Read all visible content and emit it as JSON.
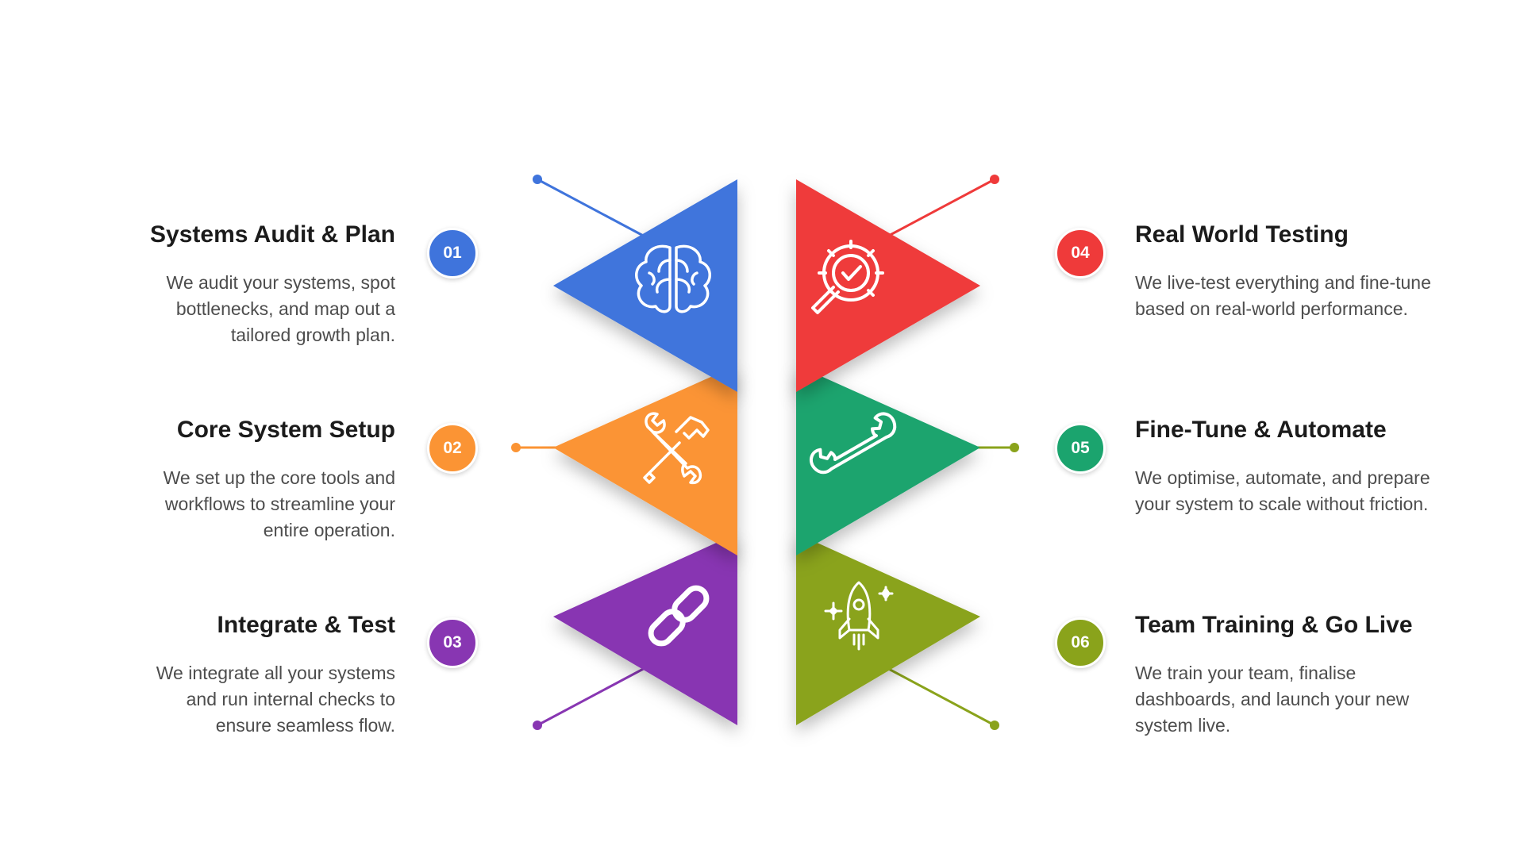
{
  "steps": [
    {
      "number": "01",
      "title": "Systems Audit & Plan",
      "description": "We audit your systems, spot bottlenecks, and map out a tailored growth plan.",
      "color": "#3f74dc",
      "icon": "brain-icon"
    },
    {
      "number": "02",
      "title": "Core System Setup",
      "description": "We set up the core tools and workflows to streamline your entire operation.",
      "color": "#fb9434",
      "icon": "tools-icon"
    },
    {
      "number": "03",
      "title": "Integrate & Test",
      "description": "We integrate all your systems and run internal checks to ensure seamless flow.",
      "color": "#8836b2",
      "icon": "link-icon"
    },
    {
      "number": "04",
      "title": "Real World Testing",
      "description": "We live-test everything and fine-tune based on real-world performance.",
      "color": "#ef3a3a",
      "icon": "gear-check-search-icon"
    },
    {
      "number": "05",
      "title": "Fine-Tune & Automate",
      "description": "We optimise, automate, and prepare your system to scale without friction.",
      "color": "#1ba46e",
      "icon": "wrench-icon"
    },
    {
      "number": "06",
      "title": "Team Training & Go Live",
      "description": "We train your team, finalise dashboards, and launch your new system live.",
      "color": "#8aa31b",
      "icon": "rocket-icon"
    }
  ]
}
